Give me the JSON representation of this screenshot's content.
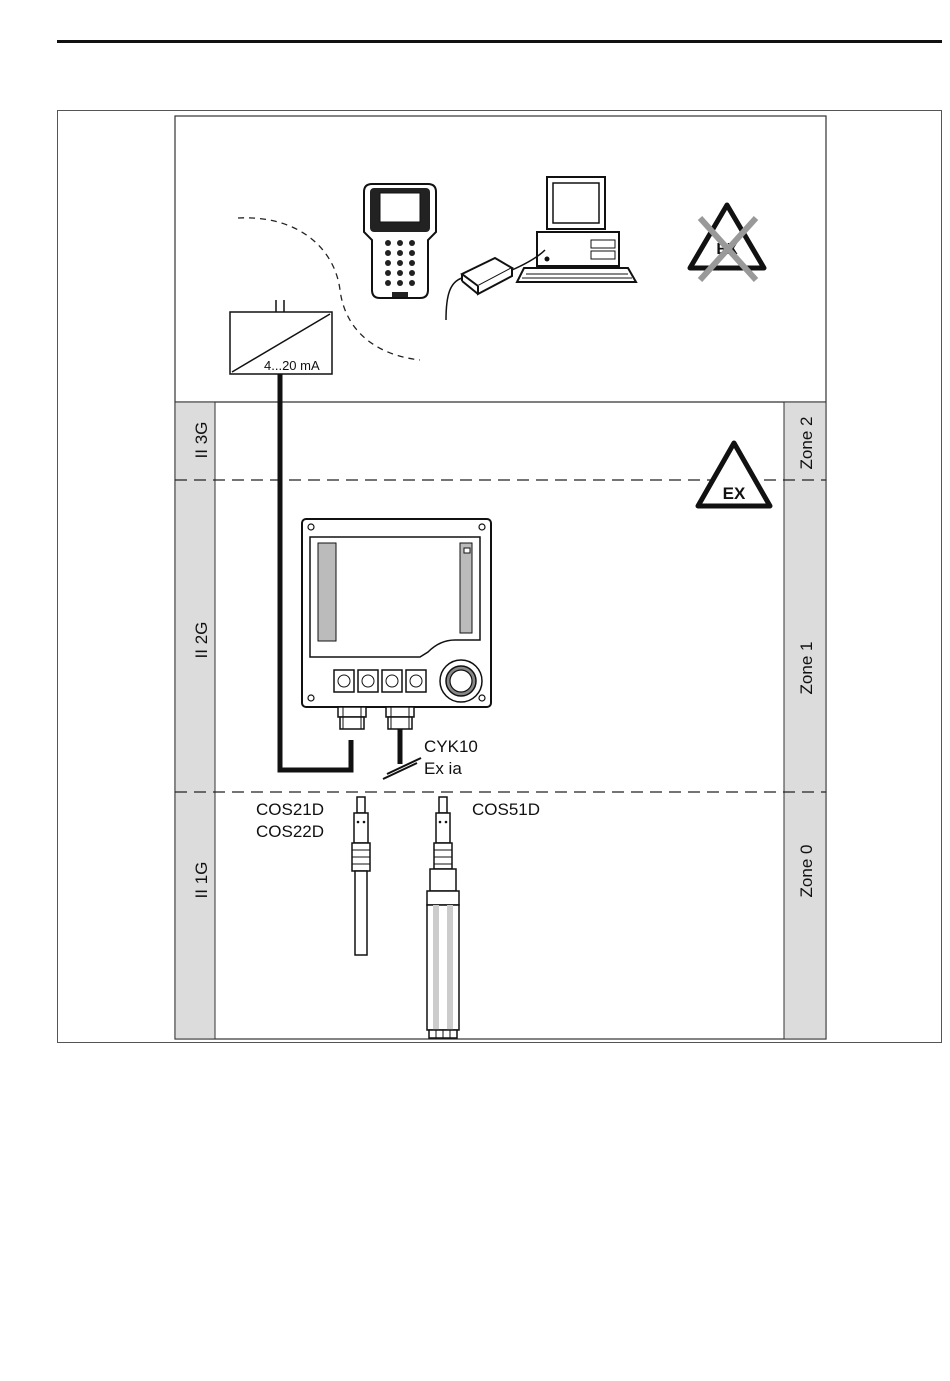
{
  "labels": {
    "transmitter_signal": "4...20 mA",
    "cable_name": "CYK10",
    "cable_protection": "Ex ia",
    "sensor_a": "COS21D",
    "sensor_b": "COS22D",
    "sensor_c": "COS51D",
    "ex_symbol": "EX"
  },
  "categories": [
    "II 3G",
    "II 2G",
    "II 1G"
  ],
  "zones": [
    "Zone 2",
    "Zone 1",
    "Zone 0"
  ],
  "icons": [
    "handheld-terminal-icon",
    "computer-icon",
    "modem-icon",
    "transmitter-icon",
    "controller-icon",
    "sensor-icon",
    "ex-warning-icon",
    "no-ex-icon"
  ],
  "colors": {
    "line": "#111111",
    "zone_band": "#dcdcdc",
    "background": "#ffffff"
  }
}
